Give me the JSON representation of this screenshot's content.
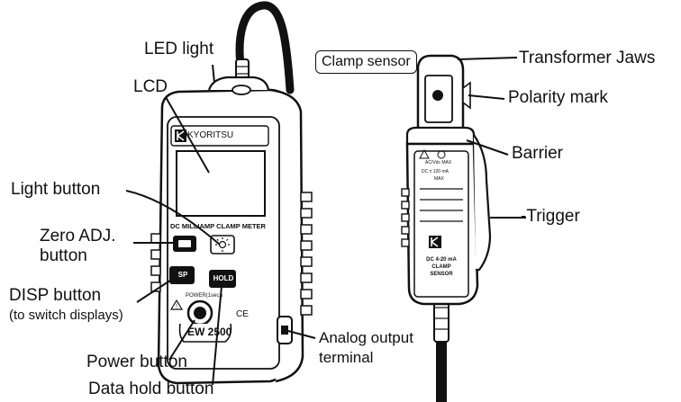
{
  "callouts": {
    "led_light": "LED light",
    "lcd": "LCD",
    "light_button": "Light button",
    "zero_adj_line1": "Zero ADJ.",
    "zero_adj_line2": "button",
    "disp_button": "DISP button",
    "disp_note": "(to switch displays)",
    "power_button": "Power button",
    "data_hold_button": "Data hold button",
    "analog_line1": "Analog output",
    "analog_line2": "terminal",
    "clamp_sensor": "Clamp sensor",
    "transformer_jaws": "Transformer Jaws",
    "polarity_mark": "Polarity mark",
    "barrier": "Barrier",
    "trigger": "-Trigger"
  },
  "meter": {
    "brand": "KYORITSU",
    "panel_title": "DC MILLIAMP CLAMP METER",
    "hold_key": "HOLD",
    "disp_key": "SP",
    "power_label": "POWER(1sec.)",
    "model": "EW 2500",
    "ce_mark": "CE"
  },
  "sensor": {
    "rating_line1": "AC/Vdc MAX",
    "rating_line2": "DC ± 120 mA",
    "rating_line3": "MAX",
    "name_line1": "DC 4-20 mA",
    "name_line2": "CLAMP",
    "name_line3": "SENSOR"
  }
}
